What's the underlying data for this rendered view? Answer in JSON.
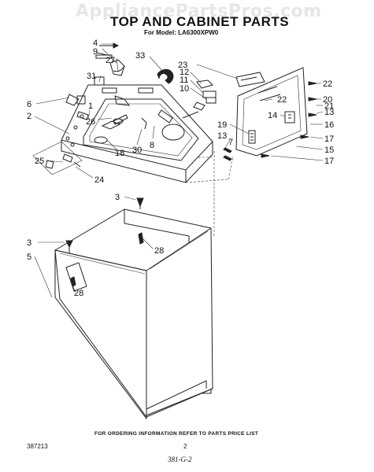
{
  "watermark": "AppliancePartsPros.com",
  "title": "TOP AND CABINET PARTS",
  "model_line": "For Model: LA6300XPW0",
  "parts": [
    {
      "label": "4"
    },
    {
      "label": "9"
    },
    {
      "label": "27"
    },
    {
      "label": "31"
    },
    {
      "label": "6"
    },
    {
      "label": "2"
    },
    {
      "label": "1"
    },
    {
      "label": "26"
    },
    {
      "label": "33"
    },
    {
      "label": "23"
    },
    {
      "label": "12"
    },
    {
      "label": "11"
    },
    {
      "label": "10"
    },
    {
      "label": "22"
    },
    {
      "label": "22"
    },
    {
      "label": "20"
    },
    {
      "label": "21"
    },
    {
      "label": "13"
    },
    {
      "label": "14"
    },
    {
      "label": "19"
    },
    {
      "label": "16"
    },
    {
      "label": "13"
    },
    {
      "label": "17"
    },
    {
      "label": "7"
    },
    {
      "label": "15"
    },
    {
      "label": "17"
    },
    {
      "label": "30"
    },
    {
      "label": "8"
    },
    {
      "label": "18"
    },
    {
      "label": "25"
    },
    {
      "label": "24"
    },
    {
      "label": "3"
    },
    {
      "label": "28"
    },
    {
      "label": "3"
    },
    {
      "label": "5"
    },
    {
      "label": "28"
    }
  ],
  "footer": {
    "ordering_info": "FOR ORDERING INFORMATION REFER TO PARTS PRICE LIST",
    "code": "387213",
    "page": "2",
    "handwritten": "381-G-2"
  }
}
